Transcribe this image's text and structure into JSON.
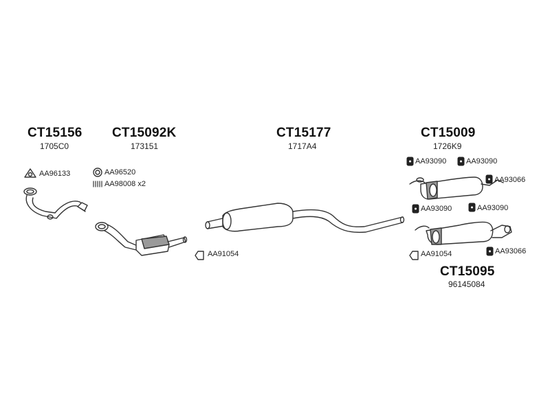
{
  "parts": {
    "front_pipe": {
      "code": "CT15156",
      "oem": "1705C0"
    },
    "catalyst": {
      "code": "CT15092K",
      "oem": "173151"
    },
    "center_box": {
      "code": "CT15177",
      "oem": "1717A4"
    },
    "rear_box_a": {
      "code": "CT15009",
      "oem": "1726K9"
    },
    "rear_box_b": {
      "code": "CT15095",
      "oem": "96145084"
    }
  },
  "accessories": {
    "gasket_front": "AA96133",
    "gasket_cat": "AA96520",
    "spring_cat": "AA98008 x2",
    "clamp_center": "AA91054",
    "mount_a_top_left": "AA93090",
    "mount_a_top_right": "AA93090",
    "mount_a_right": "AA93066",
    "mount_b_top_left": "AA93090",
    "mount_b_top_right": "AA93090",
    "clamp_b": "AA91054",
    "mount_b_right": "AA93066"
  },
  "colors": {
    "stroke": "#333333",
    "fill": "#ffffff",
    "shade": "#9a9a9a",
    "text": "#111111"
  }
}
